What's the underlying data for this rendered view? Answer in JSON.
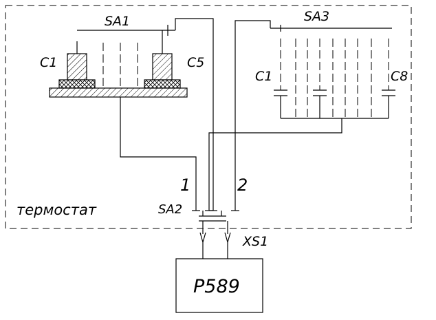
{
  "labels": {
    "sa1": "SA1",
    "sa2": "SA2",
    "sa3": "SA3",
    "c1_left": "C1",
    "c5": "C5",
    "c1_right": "C1",
    "c8": "C8",
    "wire_1": "1",
    "wire_2": "2",
    "thermostat": "термостат",
    "xs1": "XS1",
    "device": "P589"
  }
}
